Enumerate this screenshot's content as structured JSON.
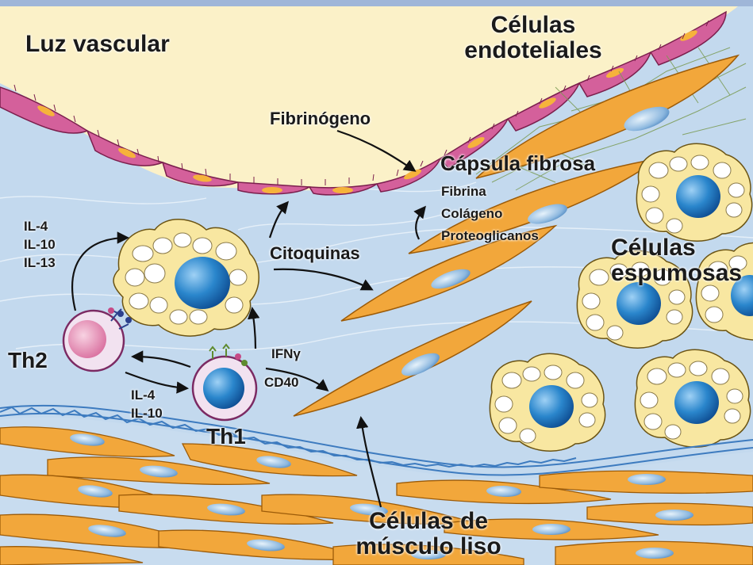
{
  "labels": {
    "luz_vascular": "Luz vascular",
    "celulas_endoteliales": [
      "Células",
      "endoteliales"
    ],
    "fibrinogeno": "Fibrinógeno",
    "capsula_fibrosa": "Cápsula fibrosa",
    "capsula_items": [
      "Fibrina",
      "Colágeno",
      "Proteoglicanos"
    ],
    "citoquinas": "Citoquinas",
    "celulas_espumosas": [
      "Células",
      "espumosas"
    ],
    "th2_interleukins": [
      "IL-4",
      "IL-10",
      "IL-13"
    ],
    "th2": "Th2",
    "th1": "Th1",
    "th1_interleukins": [
      "IL-4",
      "IL-10"
    ],
    "ifn": "IFNγ",
    "cd40": "CD40",
    "musculo_liso": [
      "Células de",
      "músculo liso"
    ]
  },
  "colors": {
    "lumen": "#fbf1c8",
    "vessel_wall": "#bfd6ec",
    "endothelial_cell": "#d4609b",
    "smooth_muscle": "#f2a73b",
    "nucleus": "#1b70b8",
    "foam_cell": "#f8e7a1",
    "th2_cell": "#e88fb3",
    "elastic_lamina": "#3d7bbf"
  }
}
